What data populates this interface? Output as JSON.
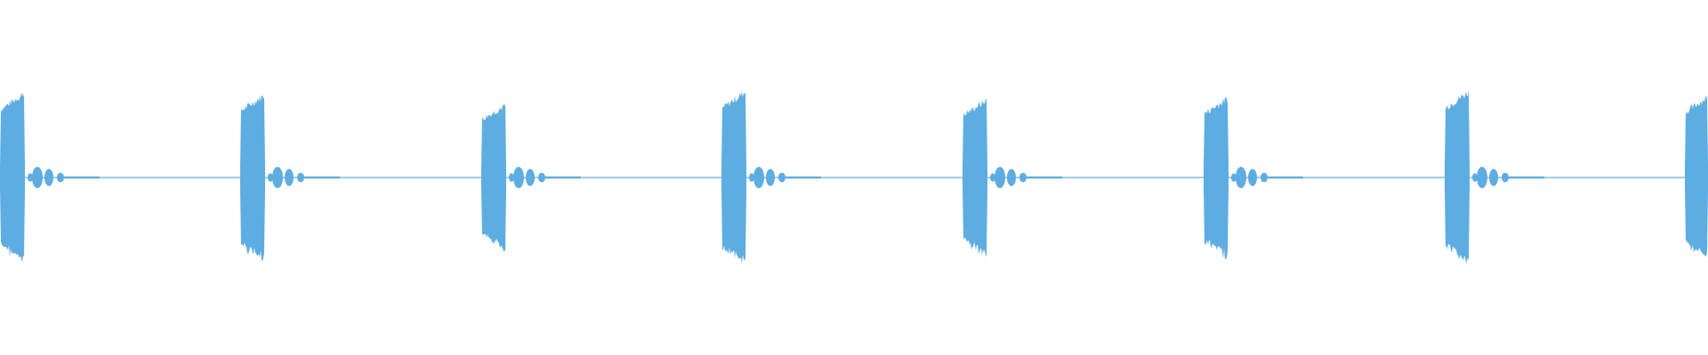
{
  "waveform": {
    "color": "#5dade2",
    "background": "#ffffff",
    "pulse_count": 8,
    "pulse_peak_amplitude": [
      0.98,
      0.96,
      0.84,
      1.0,
      0.9,
      0.92,
      1.0,
      0.94
    ],
    "baseline_amplitude": 0.012,
    "echo_amplitude": 0.12
  }
}
